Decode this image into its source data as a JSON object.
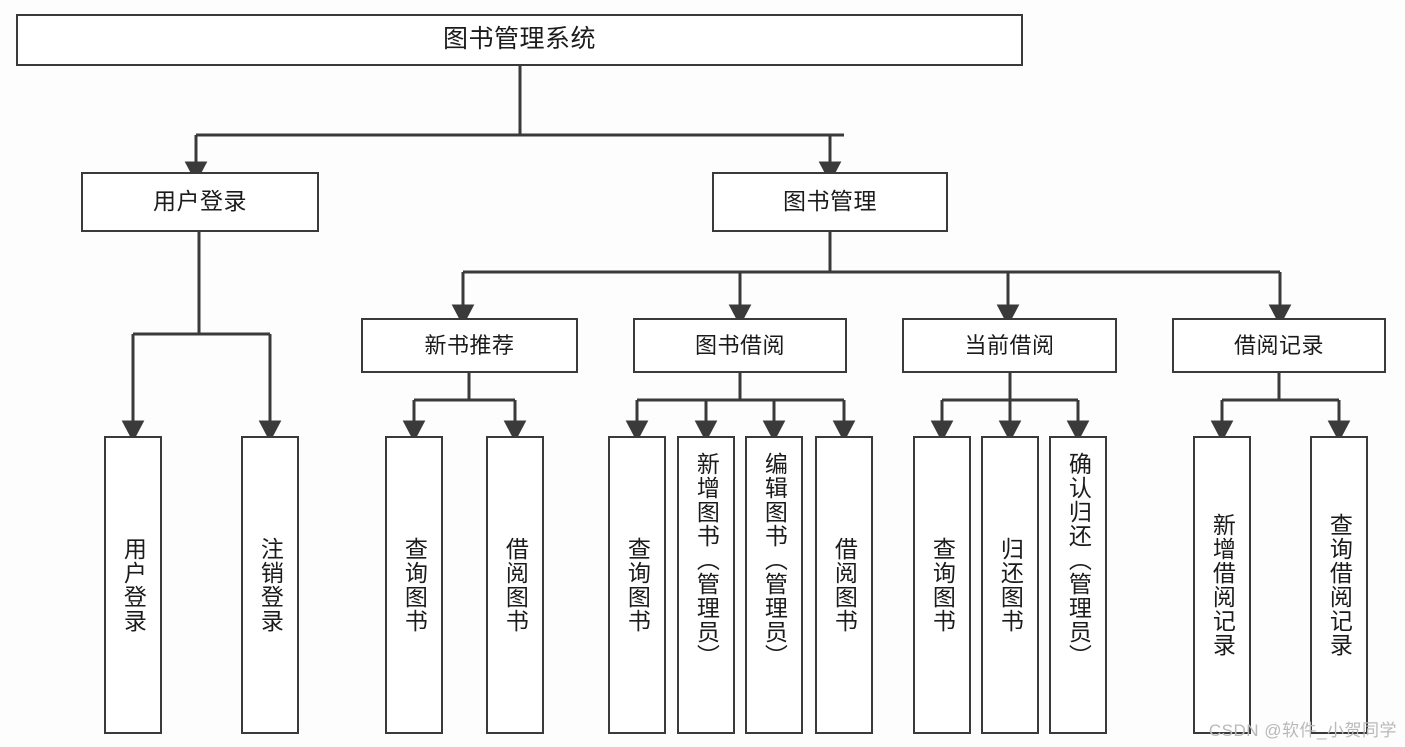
{
  "diagram": {
    "title": "图书管理系统",
    "type": "tree-hierarchy-chart",
    "root": {
      "label": "图书管理系统"
    },
    "level1": [
      {
        "label": "用户登录"
      },
      {
        "label": "图书管理"
      }
    ],
    "level2": [
      {
        "label": "新书推荐"
      },
      {
        "label": "图书借阅"
      },
      {
        "label": "当前借阅"
      },
      {
        "label": "借阅记录"
      }
    ],
    "leaves": {
      "user_login": [
        {
          "label": "用户登录"
        },
        {
          "label": "注销登录"
        }
      ],
      "new_book_recommend": [
        {
          "label": "查询图书"
        },
        {
          "label": "借阅图书"
        }
      ],
      "book_borrow": [
        {
          "label": "查询图书"
        },
        {
          "label": "新增图书（管理员）"
        },
        {
          "label": "编辑图书（管理员）"
        },
        {
          "label": "借阅图书"
        }
      ],
      "current_borrow": [
        {
          "label": "查询图书"
        },
        {
          "label": "归还图书"
        },
        {
          "label": "确认归还（管理员）"
        }
      ],
      "borrow_record": [
        {
          "label": "新增借阅记录"
        },
        {
          "label": "查询借阅记录"
        }
      ]
    }
  },
  "watermark": {
    "text": "CSDN @软件_小贺同学"
  },
  "colors": {
    "line": "#3a3a3a",
    "box_fill": "#ffffff",
    "text": "#1b1b1b",
    "background": "#fdfdfd",
    "watermark": "#b9b9b9"
  }
}
